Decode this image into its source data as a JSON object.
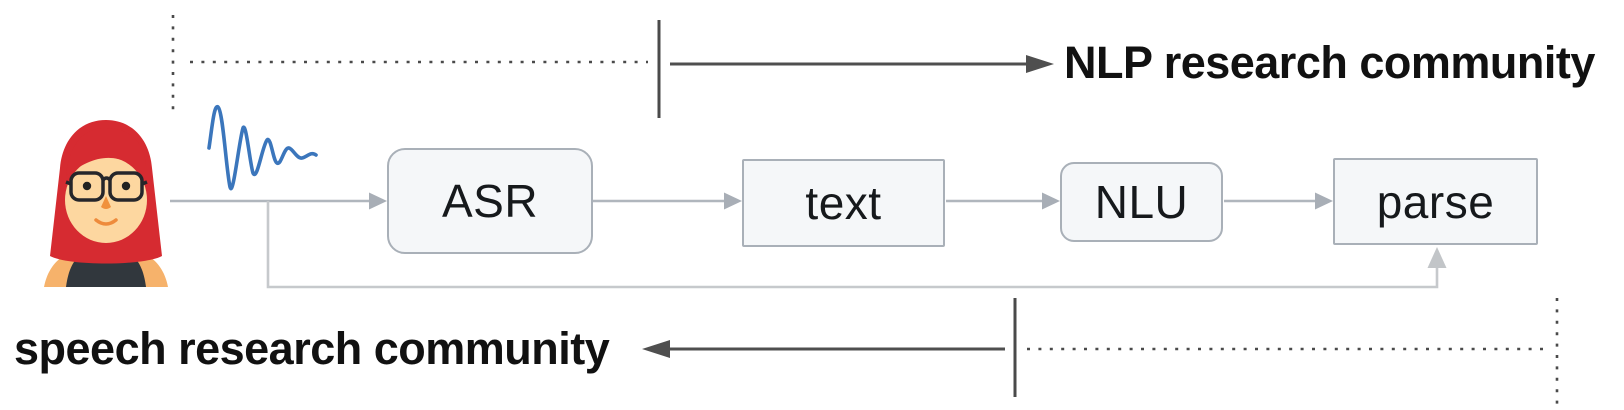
{
  "diagram": {
    "title": "speech-to-parse pipeline with research community scopes",
    "communities": {
      "nlp_label": "NLP research community",
      "speech_label": "speech research community"
    },
    "nodes": [
      {
        "id": "asr",
        "label": "ASR",
        "shape": "rounded-rectangle"
      },
      {
        "id": "text",
        "label": "text",
        "shape": "rectangle"
      },
      {
        "id": "nlu",
        "label": "NLU",
        "shape": "rounded-rectangle"
      },
      {
        "id": "parse",
        "label": "parse",
        "shape": "rectangle"
      }
    ],
    "flow": [
      "speaker -> ASR",
      "ASR -> text",
      "text -> NLU",
      "NLU -> parse",
      "speaker -> parse (feedback loop underneath)"
    ],
    "icons": {
      "avatar": "person-avatar-icon",
      "waveform": "audio-waveform-icon"
    },
    "colors": {
      "node_fill": "#f5f7f9",
      "node_border": "#a9b0b8",
      "pipeline_arrow": "#b0b6bd",
      "pipeline_arrowhead": "#a8aeb6",
      "feedback_arrow": "#c6c9cc",
      "community_arrow": "#4f4f4f",
      "divider": "#4a4a4a",
      "waveform": "#3b76bc",
      "label_text": "#111111",
      "hair": "#d62b31",
      "skin": "#fdd7a0",
      "arms": "#f6b26b",
      "shirt": "#31373d"
    }
  }
}
